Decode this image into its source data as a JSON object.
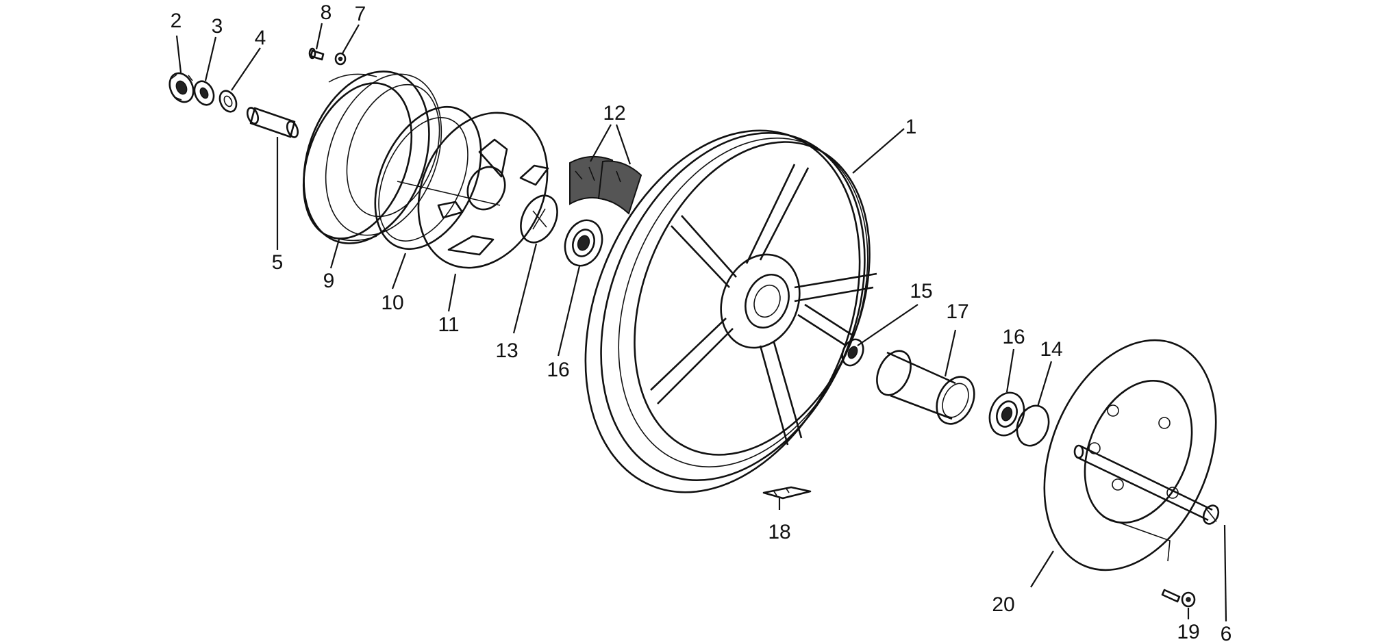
{
  "callouts": {
    "c1": "1",
    "c2": "2",
    "c3": "3",
    "c4": "4",
    "c5": "5",
    "c6": "6",
    "c7": "7",
    "c8": "8",
    "c9": "9",
    "c10": "10",
    "c11": "11",
    "c12": "12",
    "c13": "13",
    "c14": "14",
    "c15": "15",
    "c16a": "16",
    "c16b": "16",
    "c17": "17",
    "c18": "18",
    "c19": "19",
    "c20": "20"
  },
  "colors": {
    "ink": "#111111",
    "background": "#ffffff"
  }
}
